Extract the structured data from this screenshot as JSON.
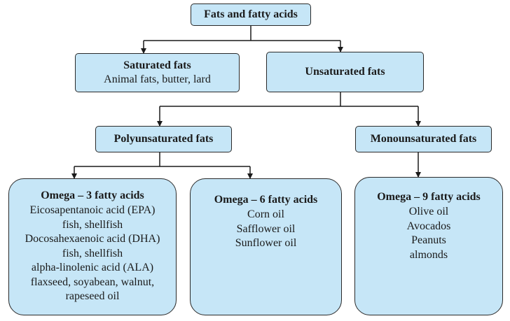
{
  "root": {
    "label": "Fats and fatty acids"
  },
  "saturated": {
    "label": "Saturated fats",
    "examples": "Animal fats, butter, lard"
  },
  "unsaturated": {
    "label": "Unsaturated fats"
  },
  "polyunsaturated": {
    "label": "Polyunsaturated fats"
  },
  "monounsaturated": {
    "label": "Monounsaturated fats"
  },
  "omega3": {
    "title": "Omega – 3 fatty acids",
    "lines": [
      "Eicosapentanoic acid (EPA)",
      "fish, shellfish",
      "Docosahexaenoic acid (DHA)",
      "fish, shellfish",
      "alpha-linolenic acid (ALA)",
      "flaxseed, soyabean, walnut,",
      "rapeseed oil"
    ]
  },
  "omega6": {
    "title": "Omega – 6 fatty acids",
    "lines": [
      "Corn oil",
      "Safflower oil",
      "Sunflower oil"
    ]
  },
  "omega9": {
    "title": "Omega – 9 fatty acids",
    "lines": [
      "Olive oil",
      "Avocados",
      "Peanuts",
      "almonds"
    ]
  },
  "colors": {
    "box_fill": "#c6e6f7",
    "stroke": "#2a2a2a"
  }
}
